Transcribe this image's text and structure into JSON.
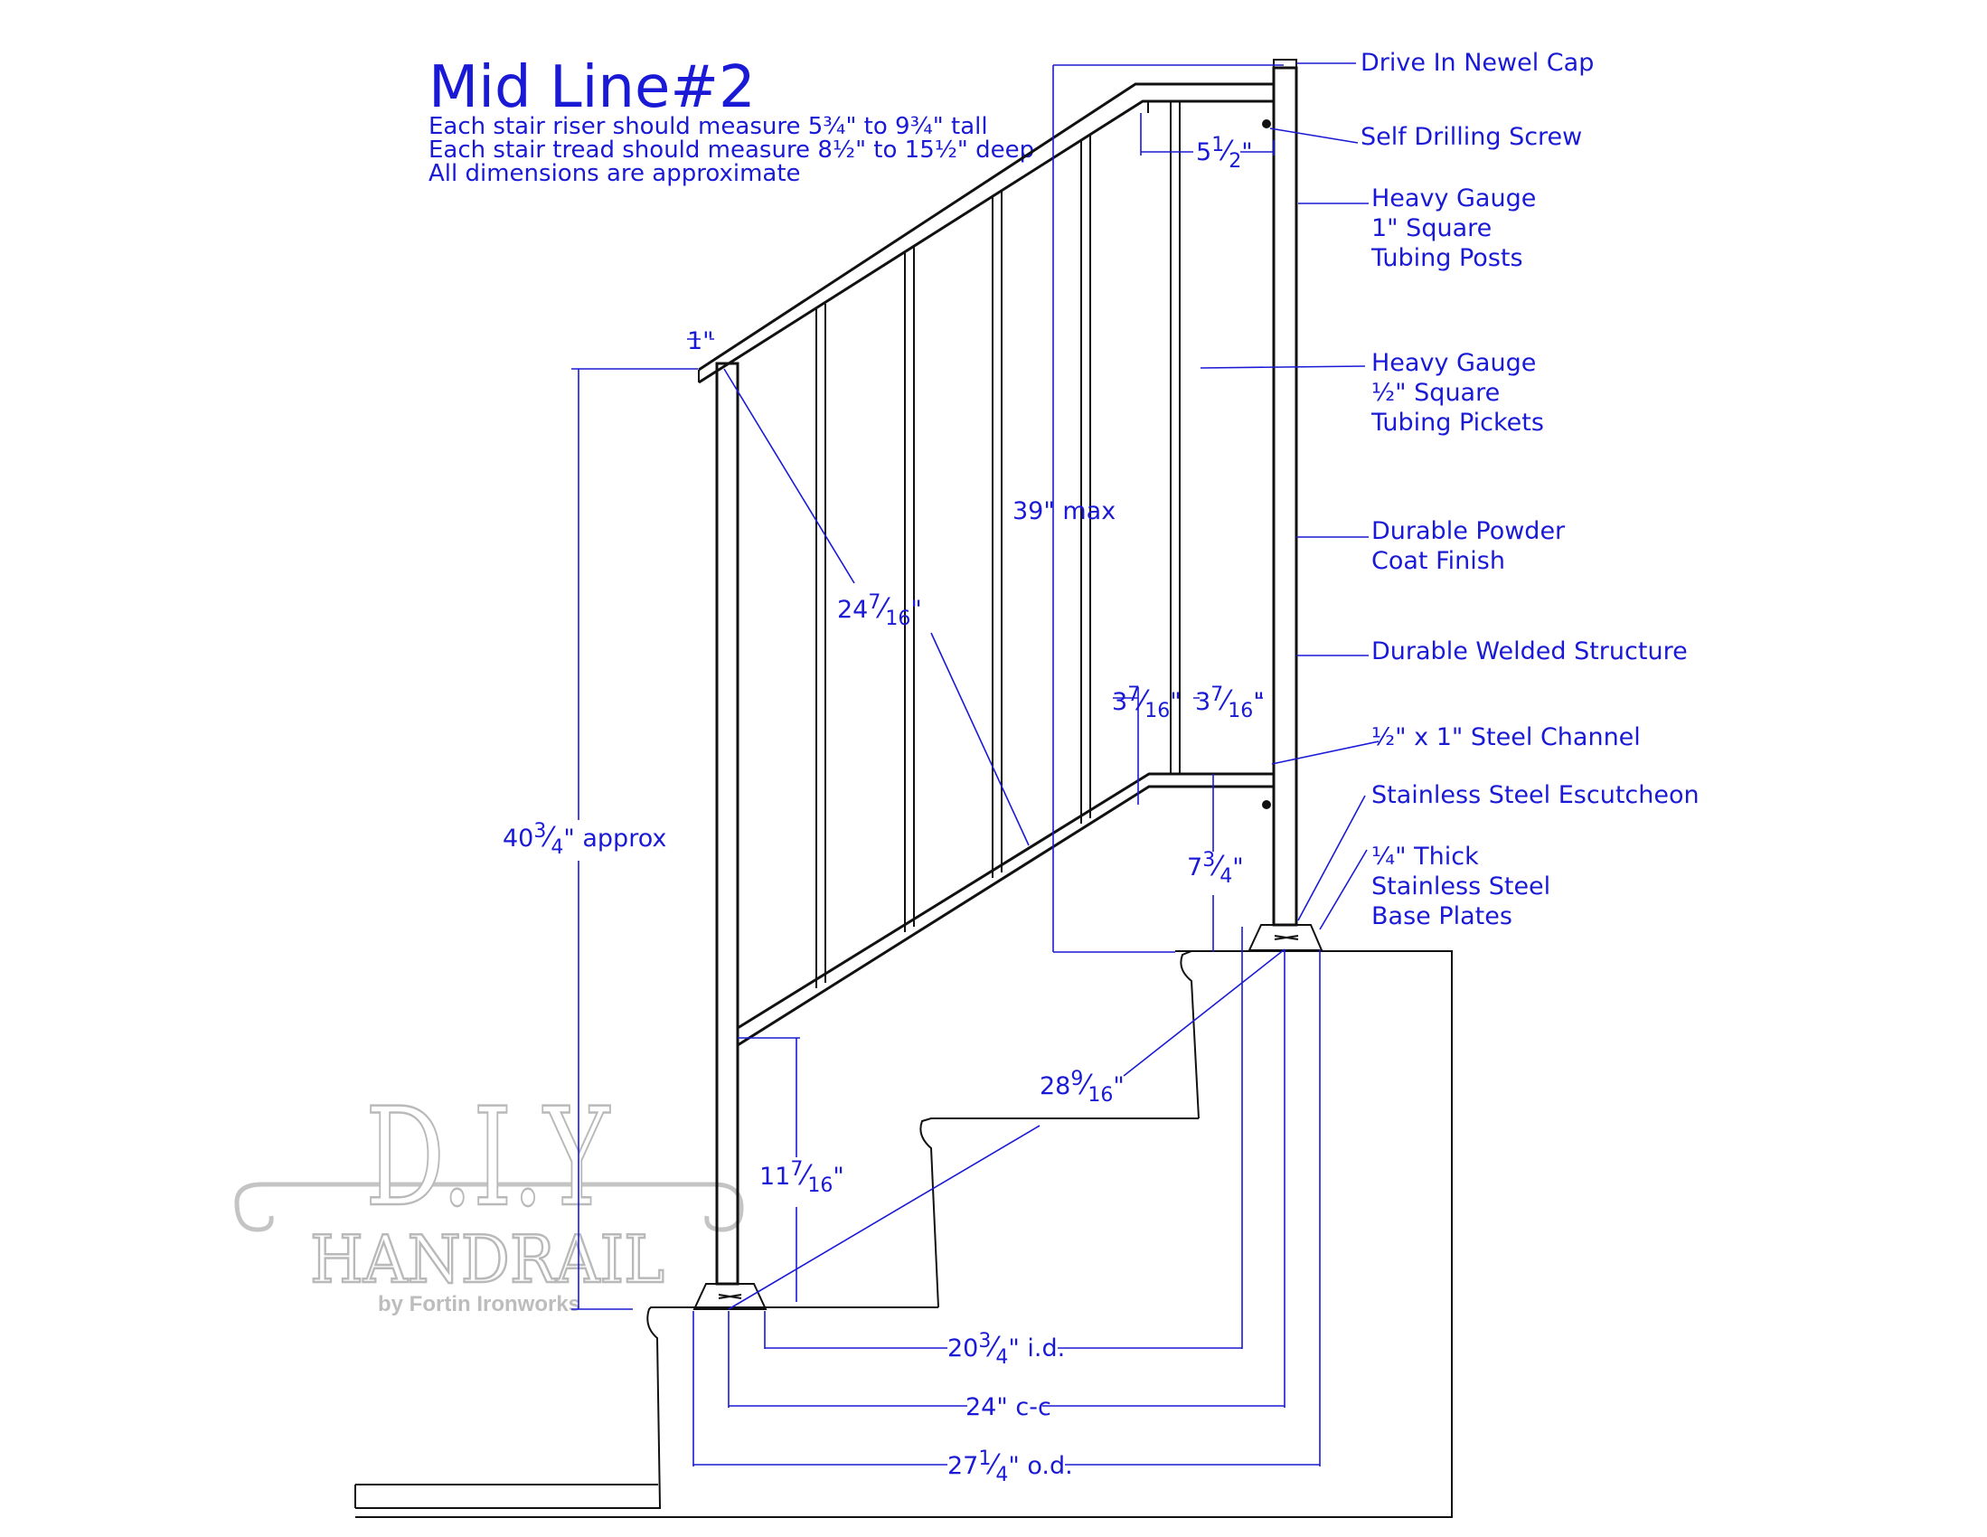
{
  "title": "Mid Line#2",
  "notes": [
    "Each stair riser should measure 5¾\" to 9¾\" tall",
    "Each stair tread should measure 8½\" to 15½\" deep",
    "All dimensions are approximate"
  ],
  "callouts": {
    "newel_cap": "Drive In Newel Cap",
    "screw": "Self Drilling Screw",
    "posts": [
      "Heavy Gauge",
      "1\" Square",
      "Tubing Posts"
    ],
    "pickets": [
      "Heavy Gauge",
      "½\" Square",
      "Tubing Pickets"
    ],
    "finish": [
      "Durable Powder",
      "Coat Finish"
    ],
    "welded": "Durable Welded Structure",
    "channel": "½\" x 1\" Steel Channel",
    "escutcheon": "Stainless Steel Escutcheon",
    "base_plates": [
      "¼\" Thick",
      "Stainless Steel",
      "Base Plates"
    ]
  },
  "dimensions": {
    "top_offset": {
      "whole": "5",
      "num": "1",
      "den": "2",
      "suffix": "\""
    },
    "rail_end": "1\"",
    "height_max": "39\" max",
    "diag_rail": {
      "whole": "24",
      "num": "7",
      "den": "16",
      "suffix": "\""
    },
    "left_height": {
      "whole": "40",
      "num": "3",
      "den": "4",
      "suffix": "\" approx"
    },
    "picket_gap_left": {
      "whole": "3",
      "num": "7",
      "den": "16",
      "suffix": "\""
    },
    "picket_gap_right": {
      "whole": "3",
      "num": "7",
      "den": "16",
      "suffix": "\""
    },
    "bottom_gap_right": {
      "whole": "7",
      "num": "3",
      "den": "4",
      "suffix": "\""
    },
    "bottom_gap_left": {
      "whole": "11",
      "num": "7",
      "den": "16",
      "suffix": "\""
    },
    "diag_base": {
      "whole": "28",
      "num": "9",
      "den": "16",
      "suffix": "\""
    },
    "inner": {
      "whole": "20",
      "num": "3",
      "den": "4",
      "suffix": "\" i.d."
    },
    "center": "24\" c-c",
    "outer": {
      "whole": "27",
      "num": "1",
      "den": "4",
      "suffix": "\" o.d."
    }
  },
  "watermark": {
    "line1": "D.I.Y",
    "line2": "HANDRAIL",
    "line3": "by Fortin Ironworks"
  }
}
